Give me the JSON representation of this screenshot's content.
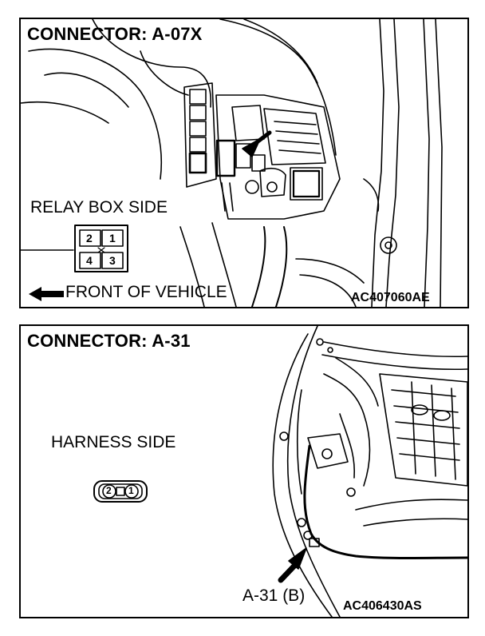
{
  "panels": [
    {
      "title": "CONNECTOR: A-07X",
      "view_label": "RELAY BOX SIDE",
      "direction_label": "FRONT OF VEHICLE",
      "figure_code": "AC407060AE",
      "connector_pins": [
        "2",
        "1",
        "4",
        "3"
      ]
    },
    {
      "title": "CONNECTOR: A-31",
      "view_label": "HARNESS SIDE",
      "callout_label": "A-31 (B)",
      "figure_code": "AC406430AS",
      "connector_pins": [
        "2",
        "1"
      ]
    }
  ]
}
